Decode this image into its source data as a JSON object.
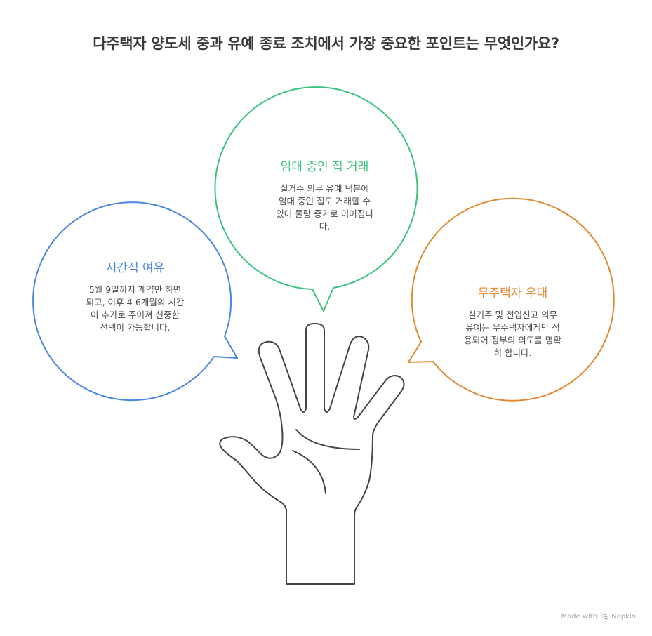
{
  "title": "다주택자 양도세 중과 유예 종료 조치에서 가장 중요한 포인트는 무엇인가요?",
  "colors": {
    "title": "#3a3a3a",
    "body_text": "#4a4a4a",
    "blue": "#4a86e0",
    "green": "#3cc27f",
    "orange": "#e08a32",
    "hand_stroke": "#454545",
    "footer": "#a8a8a8"
  },
  "bubbles": [
    {
      "id": "left",
      "heading": "시간적 여유",
      "color": "#4a86e0",
      "body": "5월 9일까지 계약만 하면\n되고, 이후 4-6개월의 시간\n이 추가로 주어져 신중한\n선택이 가능합니다."
    },
    {
      "id": "center",
      "heading": "임대 중인 집 거래",
      "color": "#3cc27f",
      "body": "실거주 의무 유예 덕분에\n임대 중인 집도 거래할 수\n있어 물량 증가로 이어집니\n다."
    },
    {
      "id": "right",
      "heading": "무주택자 우대",
      "color": "#e08a32",
      "body": "실거주 및 전입신고 의무\n유예는 무주택자에게만 적\n용되어 정부의 의도를 명확\n히 합니다."
    }
  ],
  "illustration": {
    "icon": "raised-hand-icon"
  },
  "footer": {
    "made_with": "Made with",
    "brand": "Napkin",
    "icon": "napkin-logo-icon"
  }
}
